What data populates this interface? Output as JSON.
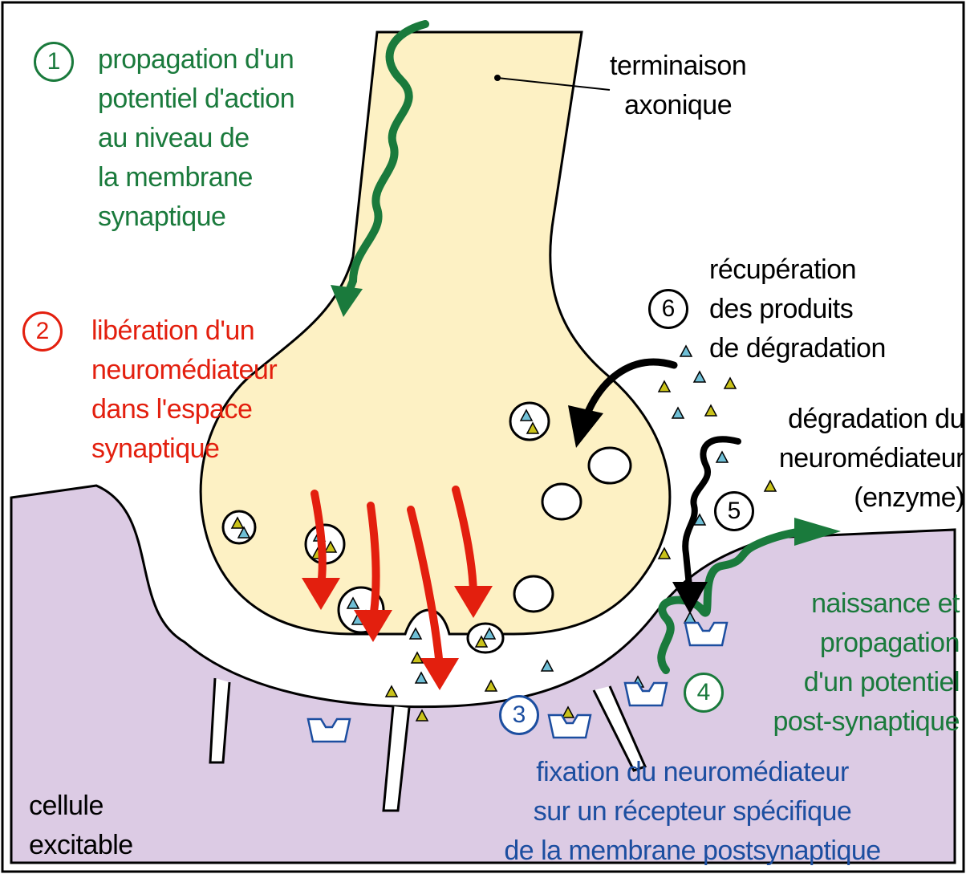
{
  "colors": {
    "axon_fill": "#fdf1c4",
    "postsynaptic_fill": "#dccbe4",
    "green": "#1a7a3c",
    "red": "#e31f0e",
    "blue": "#1c4ea0",
    "black": "#000000",
    "cyan": "#6fbfd6",
    "olive": "#c9c21a"
  },
  "steps": [
    {
      "number": "1",
      "text": "propagation d'un\npotentiel d'action\nau niveau de\nla membrane\nsynaptique"
    },
    {
      "number": "2",
      "text": "libération d'un\nneuromédiateur\ndans l'espace\nsynaptique"
    },
    {
      "number": "3",
      "text": "fixation du neuromédiateur\nsur un récepteur spécifique\nde la membrane postsynaptique"
    },
    {
      "number": "4",
      "text": "naissance et\npropagation\nd'un potentiel\npost-synaptique"
    },
    {
      "number": "5",
      "text": "dégradation du\nneuromédiateur\n(enzyme)"
    },
    {
      "number": "6",
      "text": "récupération\ndes produits\nde dégradation"
    }
  ],
  "labels": {
    "terminal": "terminaison\naxonique",
    "cell": "cellule\nexcitable"
  }
}
